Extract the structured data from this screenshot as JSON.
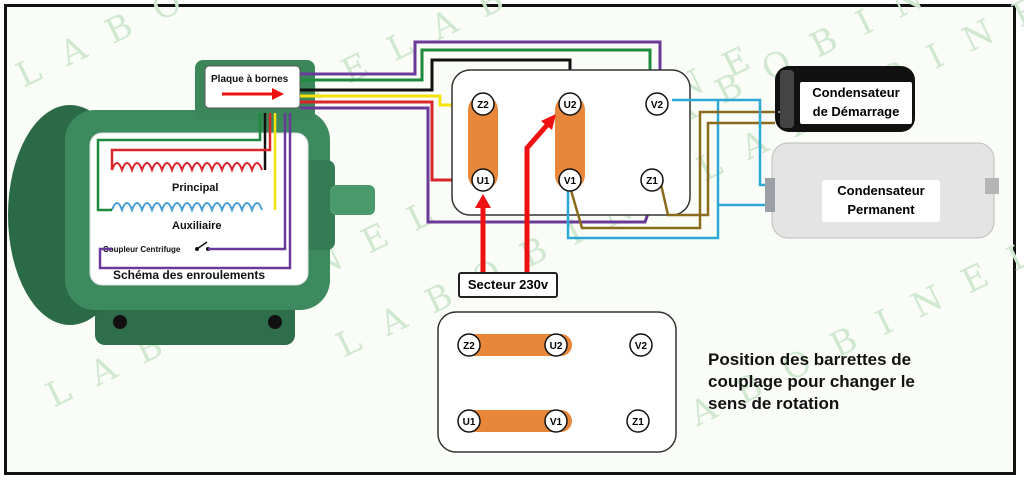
{
  "watermark": {
    "text": "LABOBINELABOBINE"
  },
  "plaque": {
    "label": "Plaque à bornes"
  },
  "windings": {
    "principal": "Principal",
    "auxiliaire": "Auxiliaire",
    "coupleur": "Coupleur Centrifuge",
    "schema": "Schéma des enroulements"
  },
  "terminals": {
    "z2": "Z2",
    "u2": "U2",
    "v2": "V2",
    "u1": "U1",
    "v1": "V1",
    "z1": "Z1"
  },
  "capacitors": {
    "demarrage": {
      "line1": "Condensateur",
      "line2": "de Démarrage"
    },
    "permanent": {
      "line1": "Condensateur",
      "line2": "Permanent"
    }
  },
  "supply": {
    "label": "Secteur 230v"
  },
  "caption": {
    "line1": "Position des barrettes de",
    "line2": "couplage pour changer le",
    "line3": "sens de rotation"
  },
  "colors": {
    "wire_red": "#d9262a",
    "wire_black": "#111111",
    "wire_yellow": "#f4e20a",
    "wire_green": "#1d8a3c",
    "wire_purple": "#6a3a9a",
    "wire_blue": "#2ba8d6",
    "wire_brown": "#8a6a1c",
    "copper_bar": "#e8873a",
    "motor_green": "#3d8a5e"
  }
}
